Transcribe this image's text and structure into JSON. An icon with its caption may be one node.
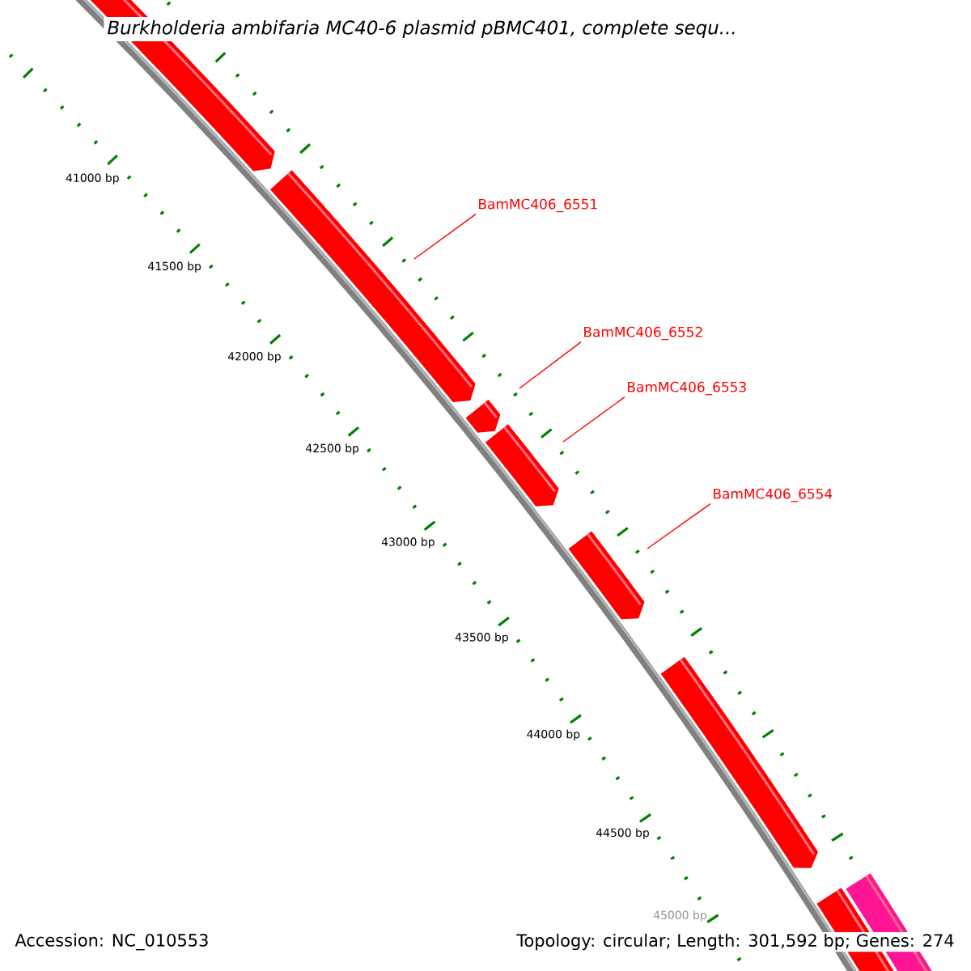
{
  "diagram": {
    "title": "Burkholderia ambifaria MC40-6 plasmid pBMC401, complete sequ...",
    "nodes": [
      {
        "text": [
          "BamMC406_6551"
        ]
      },
      {
        "text": [
          "BamMC406_6552"
        ]
      },
      {
        "text": [
          "BamMC406_6553"
        ]
      },
      {
        "text": [
          "BamMC406_6554"
        ]
      }
    ],
    "edges": [
      {
        "from": 0,
        "to": null,
        "arrow": "none"
      },
      {
        "from": 1,
        "to": null,
        "arrow": "none"
      },
      {
        "from": 2,
        "to": null,
        "arrow": "none"
      },
      {
        "from": 3,
        "to": null,
        "arrow": "none"
      }
    ],
    "labels": [
      "41000 bp",
      "41500 bp",
      "42000 bp",
      "42500 bp",
      "43000 bp",
      "43500 bp",
      "44000 bp",
      "44500 bp",
      "45000 bp",
      "Accession: NC_010553",
      "Topology: circular; Length: 301,592 bp; Genes: 274"
    ]
  }
}
